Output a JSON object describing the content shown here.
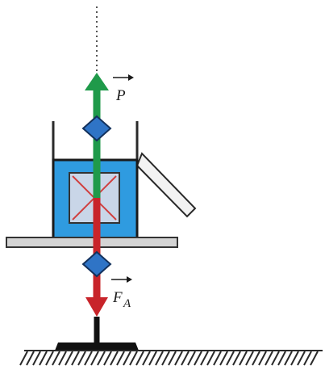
{
  "labels": {
    "force_up_letter": "P",
    "force_down_letter": "F",
    "force_down_subscript": "A"
  },
  "icons": {
    "arrow_up": "green-arrow-icon",
    "arrow_down": "red-arrow-icon",
    "joint": "diamond-icon"
  },
  "colors": {
    "green_force": "#1f9a4a",
    "red_force": "#c8242a",
    "container_blue": "#2f9be0",
    "container_outline": "#2a2a2a",
    "plate_gray": "#d4d4d4",
    "diamond_blue": "#2f74c6",
    "ground_hatch": "#2a2a2a"
  }
}
